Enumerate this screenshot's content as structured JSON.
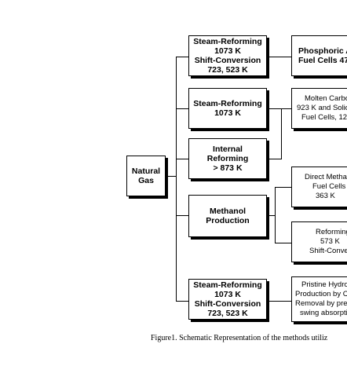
{
  "source": {
    "lines": [
      "Natural",
      "Gas"
    ]
  },
  "processes": [
    {
      "lines": [
        "Steam-Reforming",
        "1073 K",
        "Shift-Conversion",
        "723, 523 K"
      ]
    },
    {
      "lines": [
        "Steam-Reforming",
        "1073 K"
      ]
    },
    {
      "lines": [
        "Internal",
        "Reforming",
        "> 873 K"
      ]
    },
    {
      "lines": [
        "Methanol",
        "Production"
      ]
    },
    {
      "lines": [
        "Steam-Reforming",
        "1073 K",
        "Shift-Conversion",
        "723, 523 K"
      ]
    }
  ],
  "outputs": [
    {
      "lines": [
        "Phosphoric A",
        "Fuel Cells 47"
      ]
    },
    {
      "lines": [
        "Molten Carbo",
        "923 K and Solid",
        "Fuel Cells, 12"
      ]
    },
    {
      "lines": [
        "Direct  Metha",
        "Fuel Cells",
        "363 K"
      ]
    },
    {
      "lines": [
        "Reforming",
        "573 K",
        "Shift-Convers"
      ]
    },
    {
      "lines": [
        "Pristine Hydrog",
        "Production by CO",
        "Removal by pres",
        "swing absorpti"
      ]
    }
  ],
  "caption": "Figure1.  Schematic Representation of the methods utiliz"
}
